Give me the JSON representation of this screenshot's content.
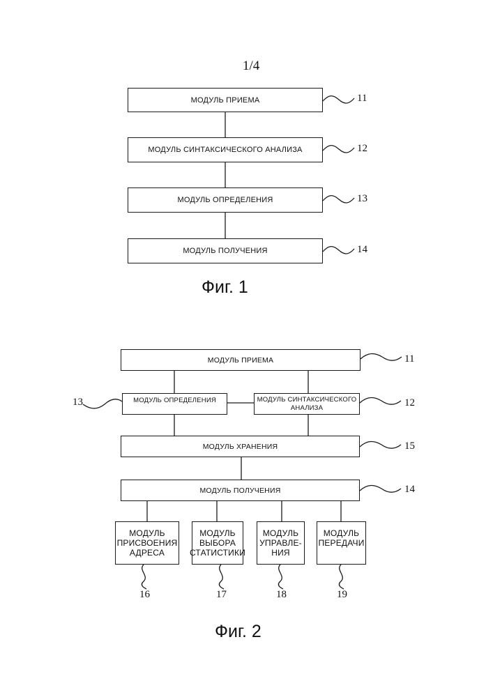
{
  "sheet_number": "1/4",
  "fig1": {
    "caption": "Фиг. 1",
    "modules": [
      {
        "label": "МОДУЛЬ ПРИЕМА",
        "ref": "11"
      },
      {
        "label": "МОДУЛЬ СИНТАКСИЧЕСКОГО АНАЛИЗА",
        "ref": "12"
      },
      {
        "label": "МОДУЛЬ ОПРЕДЕЛЕНИЯ",
        "ref": "13"
      },
      {
        "label": "МОДУЛЬ ПОЛУЧЕНИЯ",
        "ref": "14"
      }
    ]
  },
  "fig2": {
    "caption": "Фиг. 2",
    "receive": {
      "label": "МОДУЛЬ ПРИЕМА",
      "ref": "11"
    },
    "determine": {
      "label": "МОДУЛЬ ОПРЕДЕЛЕНИЯ",
      "ref": "13"
    },
    "parse": {
      "label_line1": "МОДУЛЬ СИНТАКСИЧЕСКОГО",
      "label_line2": "АНАЛИЗА",
      "ref": "12"
    },
    "storage": {
      "label": "МОДУЛЬ ХРАНЕНИЯ",
      "ref": "15"
    },
    "obtain": {
      "label": "МОДУЛЬ ПОЛУЧЕНИЯ",
      "ref": "14"
    },
    "submodules": [
      {
        "lines": [
          "МОДУЛЬ",
          "ПРИСВОЕНИЯ",
          "АДРЕСА"
        ],
        "ref": "16"
      },
      {
        "lines": [
          "МОДУЛЬ",
          "ВЫБОРА",
          "СТАТИСТИКИ"
        ],
        "ref": "17"
      },
      {
        "lines": [
          "МОДУЛЬ",
          "УПРАВЛЕ-",
          "НИЯ"
        ],
        "ref": "18"
      },
      {
        "lines": [
          "МОДУЛЬ",
          "ПЕРЕДАЧИ"
        ],
        "ref": "19"
      }
    ]
  }
}
